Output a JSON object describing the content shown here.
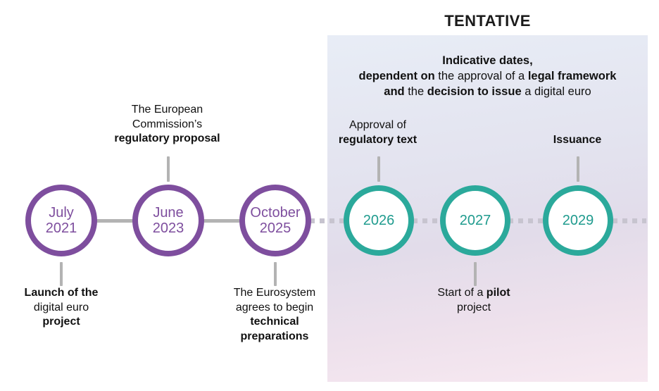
{
  "tentative": {
    "title": "TENTATIVE",
    "note_lines": [
      [
        {
          "t": "Indicative dates,",
          "b": true
        }
      ],
      [
        {
          "t": "dependent on ",
          "b": true
        },
        {
          "t": "the approval of a ",
          "b": false
        },
        {
          "t": "legal framework",
          "b": true
        }
      ],
      [
        {
          "t": "and ",
          "b": true
        },
        {
          "t": "the ",
          "b": false
        },
        {
          "t": "decision to issue ",
          "b": true
        },
        {
          "t": "a digital euro",
          "b": false
        }
      ]
    ]
  },
  "colors": {
    "purple": "#7e4e9e",
    "teal": "#2ba99b",
    "teal_text": "#1f9b8e",
    "connector_gray": "#b3b3b3",
    "dotted_gray": "#c7c4cf"
  },
  "milestones": [
    {
      "id": "july-2021",
      "kind": "purple",
      "node_lines": [
        "July",
        "2021"
      ],
      "label_position": "below",
      "label_lines": [
        [
          {
            "t": "Launch of the",
            "b": true
          }
        ],
        [
          {
            "t": "digital euro",
            "b": false
          }
        ],
        [
          {
            "t": "project",
            "b": true
          }
        ]
      ]
    },
    {
      "id": "june-2023",
      "kind": "purple",
      "node_lines": [
        "June",
        "2023"
      ],
      "label_position": "above",
      "label_lines": [
        [
          {
            "t": "The European",
            "b": false
          }
        ],
        [
          {
            "t": "Commission’s",
            "b": false
          }
        ],
        [
          {
            "t": "regulatory proposal",
            "b": true
          }
        ]
      ]
    },
    {
      "id": "october-2025",
      "kind": "purple",
      "node_lines": [
        "October",
        "2025"
      ],
      "label_position": "below",
      "label_lines": [
        [
          {
            "t": "The Eurosystem",
            "b": false
          }
        ],
        [
          {
            "t": "agrees to begin",
            "b": false
          }
        ],
        [
          {
            "t": "technical",
            "b": true
          }
        ],
        [
          {
            "t": "preparations",
            "b": true
          }
        ]
      ]
    },
    {
      "id": "2026",
      "kind": "teal",
      "node_lines": [
        "2026"
      ],
      "label_position": "above",
      "label_lines": [
        [
          {
            "t": "Approval of",
            "b": false
          }
        ],
        [
          {
            "t": "regulatory text",
            "b": true
          }
        ]
      ]
    },
    {
      "id": "2027",
      "kind": "teal",
      "node_lines": [
        "2027"
      ],
      "label_position": "below",
      "label_lines": [
        [
          {
            "t": "Start of a ",
            "b": false
          },
          {
            "t": "pilot",
            "b": true
          }
        ],
        [
          {
            "t": "project",
            "b": false
          }
        ]
      ]
    },
    {
      "id": "2029",
      "kind": "teal",
      "node_lines": [
        "Issuance-node-2029"
      ],
      "node_text": "2029",
      "label_position": "above",
      "label_lines": [
        [
          {
            "t": "Issuance",
            "b": true
          }
        ]
      ]
    }
  ]
}
